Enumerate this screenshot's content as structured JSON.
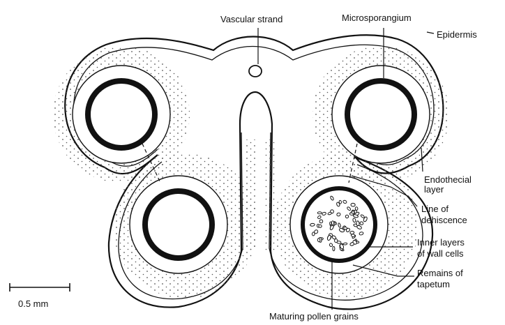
{
  "labels": {
    "vascular_strand": "Vascular strand",
    "microsporangium": "Microsporangium",
    "epidermis": "Epidermis",
    "endothecial_1": "Endothecial",
    "endothecial_2": "layer",
    "line_of_1": "Line of",
    "line_of_2": "dehiscence",
    "inner_1": "Inner layers",
    "inner_2": "of wall cells",
    "remains_1": "Remains of",
    "remains_2": "tapetum",
    "pollen": "Maturing pollen grains"
  },
  "scale_bar": {
    "label": "0.5 mm"
  },
  "colors": {
    "ink": "#111111",
    "stipple": "#555555",
    "background": "#ffffff"
  }
}
